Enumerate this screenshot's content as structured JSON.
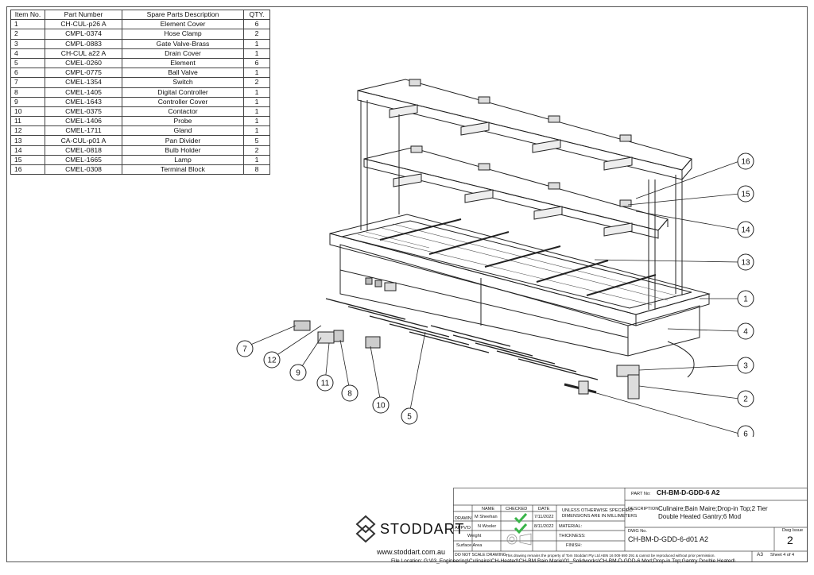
{
  "table": {
    "headers": [
      "Item No.",
      "Part Number",
      "Spare Parts Description",
      "QTY."
    ],
    "rows": [
      [
        "1",
        "CH-CUL-p26 A",
        "Element Cover",
        "6"
      ],
      [
        "2",
        "CMPL-0374",
        "Hose Clamp",
        "2"
      ],
      [
        "3",
        "CMPL-0883",
        "Gate Valve-Brass",
        "1"
      ],
      [
        "4",
        "CH-CUL a22 A",
        "Drain Cover",
        "1"
      ],
      [
        "5",
        "CMEL-0260",
        "Element",
        "6"
      ],
      [
        "6",
        "CMPL-0775",
        "Ball Valve",
        "1"
      ],
      [
        "7",
        "CMEL-1354",
        "Switch",
        "2"
      ],
      [
        "8",
        "CMEL-1405",
        "Digital Controller",
        "1"
      ],
      [
        "9",
        "CMEL-1643",
        "Controller Cover",
        "1"
      ],
      [
        "10",
        "CMEL-0375",
        "Contactor",
        "1"
      ],
      [
        "11",
        "CMEL-1406",
        "Probe",
        "1"
      ],
      [
        "12",
        "CMEL-1711",
        "Gland",
        "1"
      ],
      [
        "13",
        "CA-CUL-p01 A",
        "Pan Divider",
        "5"
      ],
      [
        "14",
        "CMEL-0818",
        "Bulb Holder",
        "2"
      ],
      [
        "15",
        "CMEL-1665",
        "Lamp",
        "1"
      ],
      [
        "16",
        "CMEL-0308",
        "Terminal Block",
        "8"
      ]
    ]
  },
  "balloons": [
    "16",
    "15",
    "14",
    "13",
    "1",
    "4",
    "3",
    "2",
    "6",
    "7",
    "12",
    "9",
    "11",
    "8",
    "10",
    "5"
  ],
  "title_block": {
    "part_no_label": "PART No:",
    "part_no": "CH-BM-D-GDD-6 A2",
    "description_label": "DESCRIPTION:",
    "description_line1": "Culinaire;Bain Maire;Drop-in Top;2 Tier",
    "description_line2": "Double Heated Gantry;6 Mod",
    "dwg_no_label": "DWG No.",
    "dwg_no": "CH-BM-D-GDD-6-d01 A2",
    "dwg_issue_label": "Dwg Issue",
    "dwg_issue": "2",
    "col_name": "NAME",
    "col_checked": "CHECKED",
    "col_date": "DATE",
    "drawn_label": "DRAWN",
    "drawn_name": "M Sheehan",
    "drawn_date": "7/11/2022",
    "appvd_label": "APPV'D",
    "appvd_name": "N Wooler",
    "appvd_date": "8/11/2022",
    "weight_label": "Weight",
    "surface_label": "Surface Area",
    "tolerance_line1": "UNLESS OTHERWISE SPECIFIED:",
    "tolerance_line2": "DIMENSIONS ARE IN MILLIMETERS",
    "material_label": "MATERIAL:",
    "thickness_label": "THICKNESS:",
    "finish_label": "FINISH:",
    "scale_note": "DO NOT SCALE DRAWING",
    "copyright": "This drawing remains the property of Tom Stoddart Pty Ltd ABN 16 009 690 291 & cannot be reproduced without prior permission.",
    "sheet_size": "A3",
    "sheet": "Sheet 4 of 4"
  },
  "logo": "STODDART",
  "website": "www.stoddart.com.au",
  "file_location": "File Location: G:\\03_Engineering\\Culinaire\\CH-Heated\\CH-BM.Bain Marie\\01_Solidworks\\CH-BM-D-GDD-6 Mod;Drop-in Top;Gantry Double Heated\\",
  "colors": {
    "check": "#3ab54a",
    "line": "#222222"
  }
}
